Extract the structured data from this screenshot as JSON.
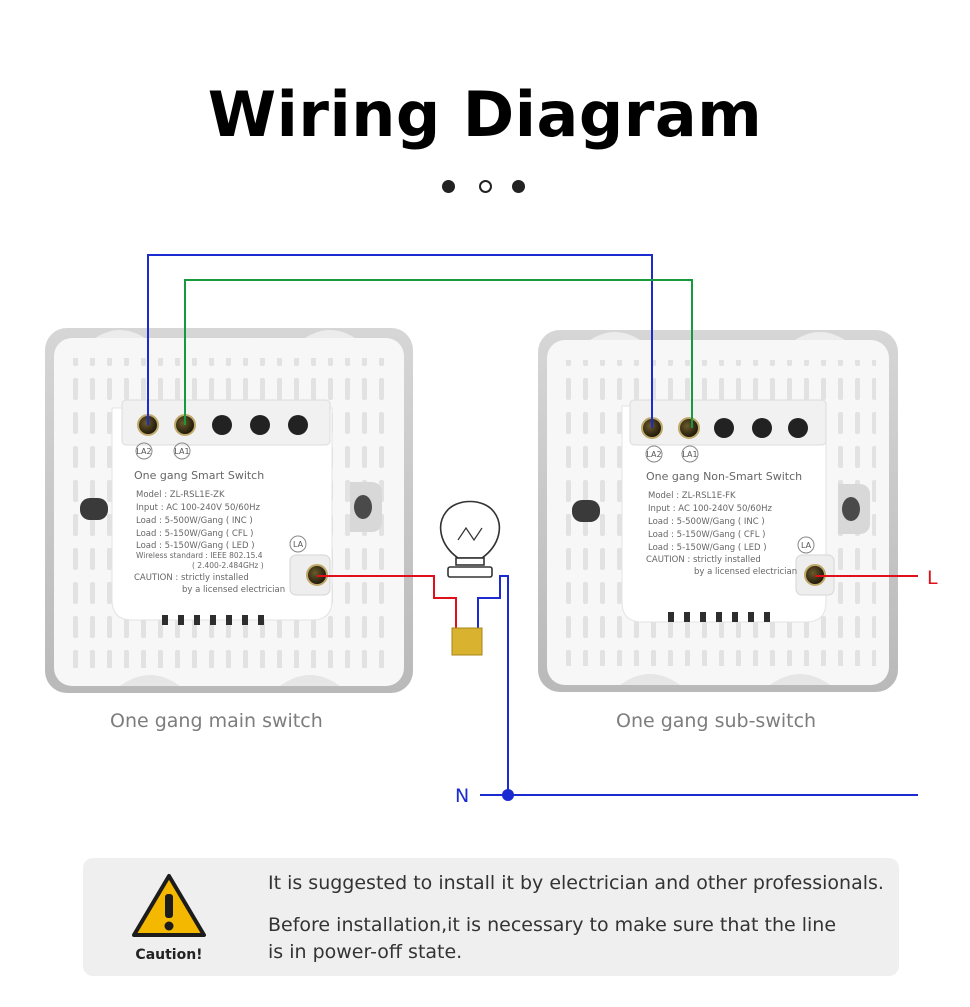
{
  "title": "Wiring Diagram",
  "indicator": {
    "count": 3,
    "active_index": 1
  },
  "main_switch": {
    "caption": "One gang main switch",
    "terminals": [
      "LA2",
      "LA1",
      "LA"
    ],
    "label_title": "One gang Smart Switch",
    "label_lines": [
      "Model : ZL-RSL1E-ZK",
      "Input :  AC 100-240V  50/60Hz",
      "Load : 5-500W/Gang ( INC )",
      "Load : 5-150W/Gang ( CFL )",
      "Load : 5-150W/Gang ( LED )",
      "Wireless standard : IEEE 802.15.4",
      "( 2.400-2.484GHz )",
      "CAUTION : strictly installed",
      "by a licensed electrician"
    ]
  },
  "sub_switch": {
    "caption": "One gang sub-switch",
    "terminals": [
      "LA2",
      "LA1",
      "LA"
    ],
    "label_title": "One gang Non-Smart Switch",
    "label_lines": [
      "Model : ZL-RSL1E-FK",
      "Input :  AC 100-240V  50/60Hz",
      "Load : 5-500W/Gang ( INC )",
      "Load : 5-150W/Gang ( CFL )",
      "Load : 5-150W/Gang ( LED )",
      "CAUTION : strictly installed",
      "by a licensed electrician"
    ]
  },
  "wires": {
    "live_label": "L",
    "neutral_label": "N",
    "live_color": "#e0101b",
    "neutral_color": "#1a2bd1",
    "traveler_color": "#169a3d"
  },
  "caution": {
    "label": "Caution!",
    "line1": "It is suggested to install it by electrician and other professionals.",
    "line2": "Before installation,it is necessary to make sure that the line",
    "line3": "is in power-off state."
  },
  "colors": {
    "warning_yellow": "#f5b800",
    "capacitor": "#d9b330",
    "panel_gray": "#efefef"
  }
}
